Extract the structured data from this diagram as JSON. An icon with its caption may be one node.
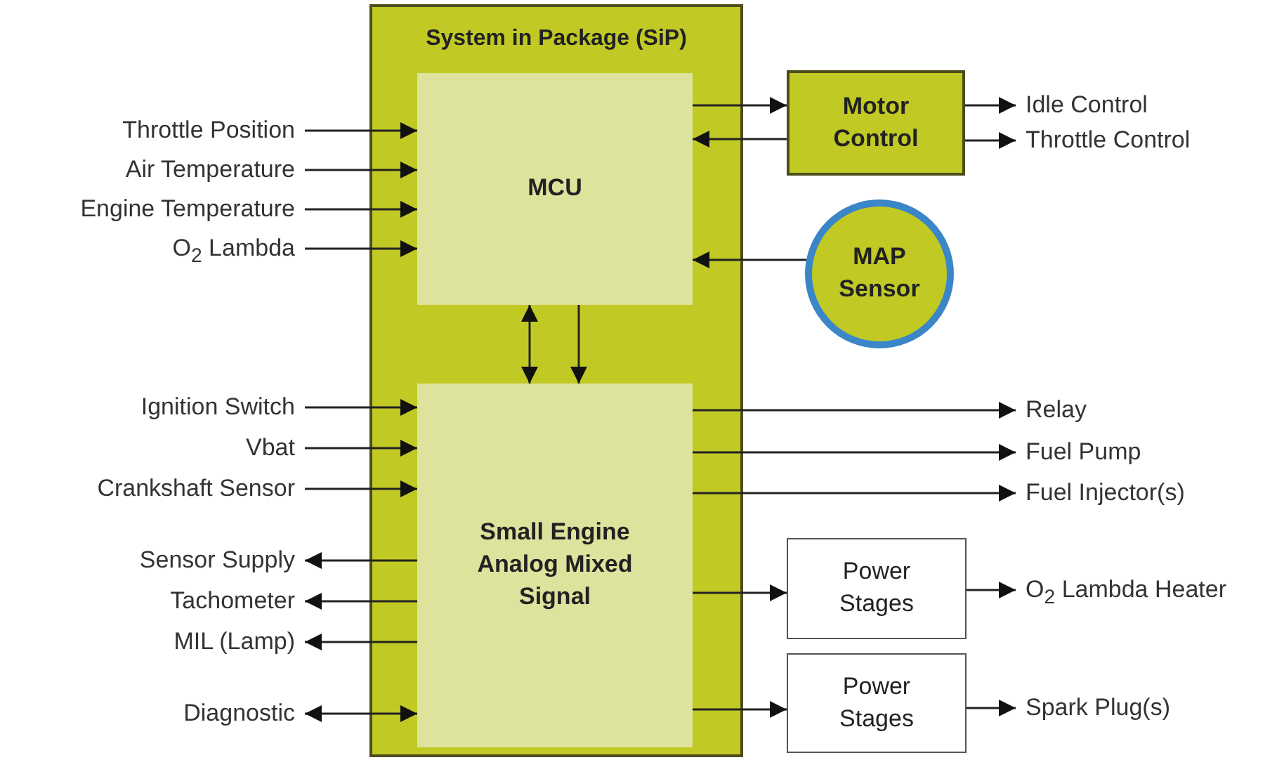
{
  "diagram": {
    "nodes": [
      {
        "text": [
          "System in Package (SiP)"
        ]
      },
      {
        "text": [
          "MCU"
        ],
        "in": 0
      },
      {
        "text": [
          "Small Engine Analog Mixed Signal"
        ],
        "in": 0
      },
      {
        "text": [
          "Motor Control"
        ]
      },
      {
        "text": [
          "MAP Sensor"
        ]
      },
      {
        "text": [
          "Power Stages"
        ]
      },
      {
        "text": [
          "Power Stages"
        ]
      },
      {
        "text": [
          "Throttle Position"
        ]
      },
      {
        "text": [
          "Air Temperature"
        ]
      },
      {
        "text": [
          "Engine Temperature"
        ]
      },
      {
        "text": [
          "O$_{2}$ Lambda"
        ]
      },
      {
        "text": [
          "Ignition Switch"
        ]
      },
      {
        "text": [
          "Vbat"
        ]
      },
      {
        "text": [
          "Crankshaft Sensor"
        ]
      },
      {
        "text": [
          "Sensor Supply"
        ]
      },
      {
        "text": [
          "Tachometer"
        ]
      },
      {
        "text": [
          "MIL (Lamp)"
        ]
      },
      {
        "text": [
          "Diagnostic"
        ]
      },
      {
        "text": [
          "Idle Control"
        ]
      },
      {
        "text": [
          "Throttle Control"
        ]
      },
      {
        "text": [
          "Relay"
        ]
      },
      {
        "text": [
          "Fuel Pump"
        ]
      },
      {
        "text": [
          "Fuel Injector(s)"
        ]
      },
      {
        "text": [
          "O$_{2}$ Lambda Heater"
        ]
      },
      {
        "text": [
          "Spark Plug(s)"
        ]
      }
    ],
    "edges": [
      {
        "from": 7,
        "to": 1,
        "arrow": "to"
      },
      {
        "from": 8,
        "to": 1,
        "arrow": "to"
      },
      {
        "from": 9,
        "to": 1,
        "arrow": "to"
      },
      {
        "from": 10,
        "to": 1,
        "arrow": "to"
      },
      {
        "from": 11,
        "to": 2,
        "arrow": "to"
      },
      {
        "from": 12,
        "to": 2,
        "arrow": "to"
      },
      {
        "from": 13,
        "to": 2,
        "arrow": "to"
      },
      {
        "from": 2,
        "to": 14,
        "arrow": "to"
      },
      {
        "from": 2,
        "to": 15,
        "arrow": "to"
      },
      {
        "from": 2,
        "to": 16,
        "arrow": "to"
      },
      {
        "from": 17,
        "to": 2,
        "arrow": "both"
      },
      {
        "from": 1,
        "to": 3,
        "arrow": "to"
      },
      {
        "from": 3,
        "to": 1,
        "arrow": "to"
      },
      {
        "from": 3,
        "to": 18,
        "arrow": "to"
      },
      {
        "from": 3,
        "to": 19,
        "arrow": "to"
      },
      {
        "from": 4,
        "to": 1,
        "arrow": "to"
      },
      {
        "from": 1,
        "to": 2,
        "arrow": "both"
      },
      {
        "from": 1,
        "to": 2,
        "arrow": "to"
      },
      {
        "from": 2,
        "to": 20,
        "arrow": "to"
      },
      {
        "from": 2,
        "to": 21,
        "arrow": "to"
      },
      {
        "from": 2,
        "to": 22,
        "arrow": "to"
      },
      {
        "from": 2,
        "to": 5,
        "arrow": "to"
      },
      {
        "from": 5,
        "to": 23,
        "arrow": "to"
      },
      {
        "from": 2,
        "to": 6,
        "arrow": "to"
      },
      {
        "from": 6,
        "to": 24,
        "arrow": "to"
      }
    ]
  }
}
